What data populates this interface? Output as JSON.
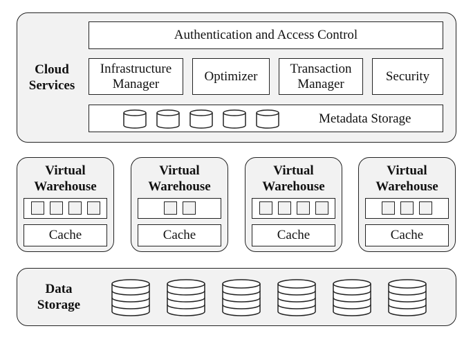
{
  "cloud_services": {
    "title": "Cloud Services",
    "title_line1": "Cloud",
    "title_line2": "Services",
    "auth": "Authentication and Access Control",
    "modules": {
      "infra_line1": "Infrastructure",
      "infra_line2": "Manager",
      "optimizer": "Optimizer",
      "txn_line1": "Transaction",
      "txn_line2": "Manager",
      "security": "Security"
    },
    "metadata": "Metadata Storage",
    "metadata_icon": "cylinder-icon",
    "metadata_icon_count": 5
  },
  "warehouses": [
    {
      "title_line1": "Virtual",
      "title_line2": "Warehouse",
      "slots": 4,
      "cache": "Cache"
    },
    {
      "title_line1": "Virtual",
      "title_line2": "Warehouse",
      "slots": 2,
      "cache": "Cache"
    },
    {
      "title_line1": "Virtual",
      "title_line2": "Warehouse",
      "slots": 4,
      "cache": "Cache"
    },
    {
      "title_line1": "Virtual",
      "title_line2": "Warehouse",
      "slots": 3,
      "cache": "Cache"
    }
  ],
  "data_storage": {
    "title_line1": "Data",
    "title_line2": "Storage",
    "icon": "database-stack-icon",
    "icon_count": 6
  },
  "colors": {
    "panel_fill": "#f2f2f2",
    "box_fill": "#ffffff",
    "stroke": "#222222"
  }
}
